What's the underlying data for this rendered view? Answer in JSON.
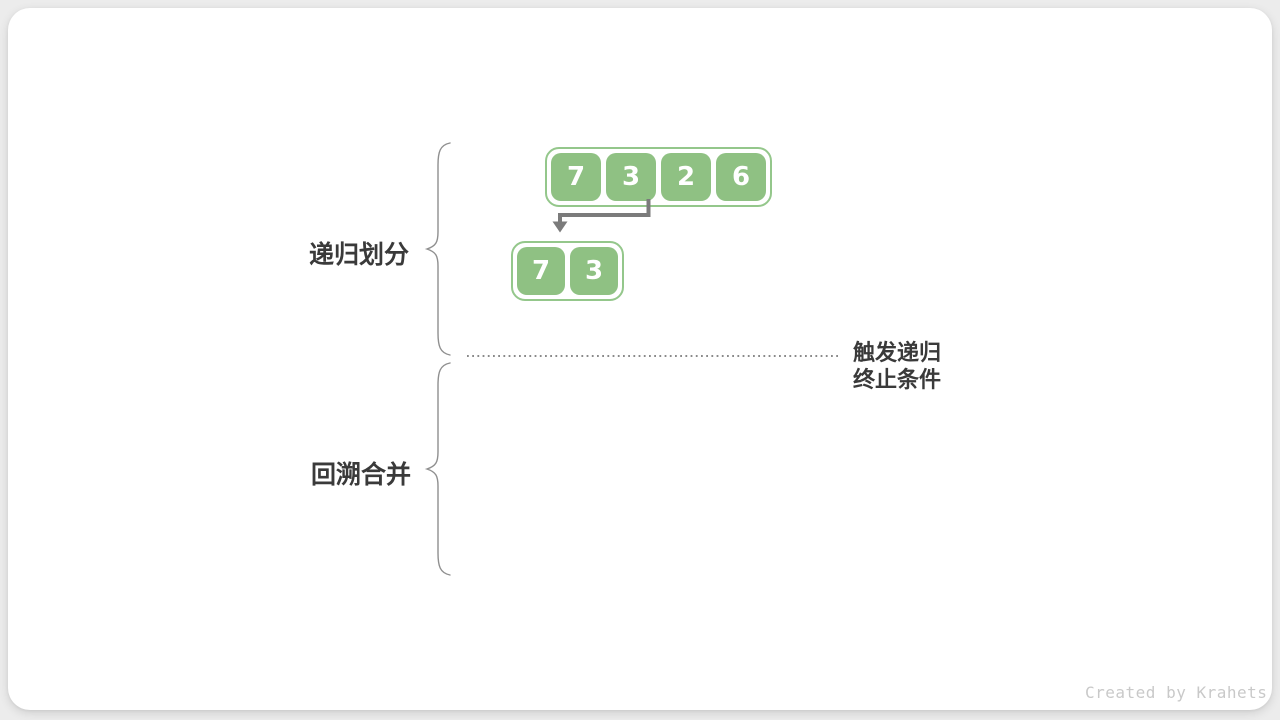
{
  "page": {
    "watermark": "Created by Krahets"
  },
  "diagram": {
    "type": "merge-sort-recursion",
    "phase_labels": {
      "divide": "递归划分",
      "merge": "回溯合并"
    },
    "boundary_note": {
      "line1": "触发递归",
      "line2": "终止条件"
    },
    "arrays": {
      "level0": {
        "values": [
          7,
          3,
          2,
          6
        ]
      },
      "level1": {
        "values": [
          7,
          3
        ]
      }
    },
    "colors": {
      "cell_green": "#8fc183",
      "container_border_green": "#94c78b",
      "arrow_gray": "#7b7b7b",
      "brace_gray": "#8f8f8f",
      "dotted_line_gray": "#7a7a7a",
      "text_dark": "#3a3a3a",
      "watermark_gray": "#c9c9c9",
      "card_white": "#ffffff",
      "page_bg": "#ececec"
    }
  }
}
